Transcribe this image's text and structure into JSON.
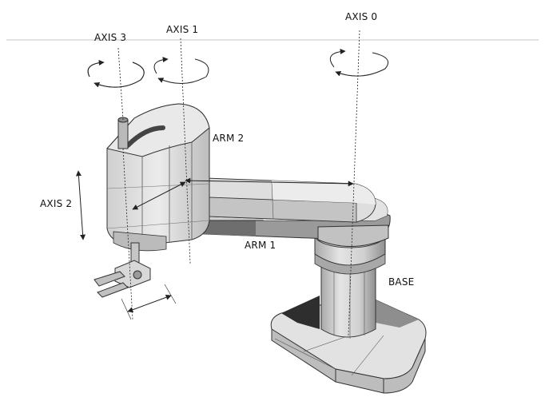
{
  "labels": {
    "axis0": "AXIS 0",
    "axis1": "AXIS 1",
    "axis2": "AXIS 2",
    "axis3": "AXIS 3",
    "arm1": "ARM 1",
    "arm2": "ARM 2",
    "base": "BASE"
  },
  "colors": {
    "body_light": "#e6e6e6",
    "body_mid": "#c8c8c8",
    "body_dark": "#8c8c8c",
    "body_shadow": "#555555",
    "line": "#222222",
    "guide": "#bdbdbd"
  }
}
